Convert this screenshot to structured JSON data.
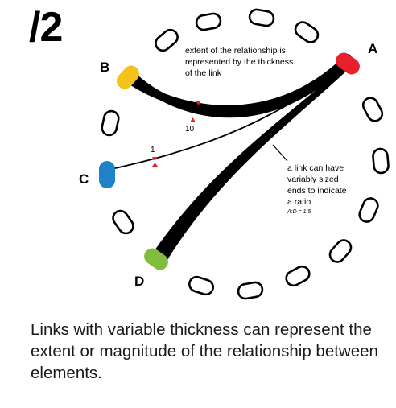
{
  "panel_number": "/2",
  "caption": "Links with variable thickness can represent the extent or magnitude of the relationship between elements.",
  "nodes": {
    "A": {
      "label": "A",
      "color": "#e8202a"
    },
    "B": {
      "label": "B",
      "color": "#f5c21b"
    },
    "C": {
      "label": "C",
      "color": "#1e82c8"
    },
    "D": {
      "label": "D",
      "color": "#80bd3c"
    }
  },
  "annotations": {
    "thickness_lines": [
      "extent of the relationship is",
      "represented by the thickness",
      "of the link"
    ],
    "ends_lines": [
      "a link can have",
      "variably sized",
      "ends to indicate",
      "a ratio"
    ],
    "ratio": "A:D = 1:5",
    "value_thick": "10",
    "value_thin": "1"
  },
  "colors": {
    "marker": "#e8202a",
    "link": "#000000"
  }
}
